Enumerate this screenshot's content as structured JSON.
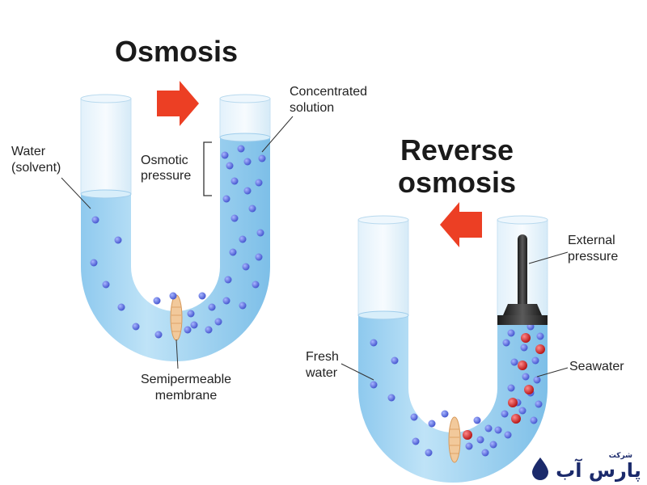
{
  "titles": {
    "osmosis": "Osmosis",
    "reverse_line1": "Reverse",
    "reverse_line2": "osmosis"
  },
  "labels": {
    "water_solvent_line1": "Water",
    "water_solvent_line2": "(solvent)",
    "concentrated_line1": "Concentrated",
    "concentrated_line2": "solution",
    "osmotic_line1": "Osmotic",
    "osmotic_line2": "pressure",
    "semipermeable_line1": "Semipermeable",
    "semipermeable_line2": "membrane",
    "external_line1": "External",
    "external_line2": "pressure",
    "fresh_line1": "Fresh",
    "fresh_line2": "water",
    "seawater": "Seawater"
  },
  "logo": {
    "small": "شرکت",
    "main": "پارس آب"
  },
  "colors": {
    "water": "#a9d7f2",
    "water_dark": "#6fb8e6",
    "molecule": "#4f63d9",
    "salt": "#d42222",
    "arrow": "#ec3f24",
    "membrane": "#f2c99b",
    "piston": "#2e2e2e",
    "logo": "#1b2a6b"
  },
  "icons": {
    "flow_arrow": "red-right-arrow",
    "reverse_arrow": "red-left-arrow",
    "piston": "piston-icon",
    "logo_drop": "water-drop-icon"
  }
}
